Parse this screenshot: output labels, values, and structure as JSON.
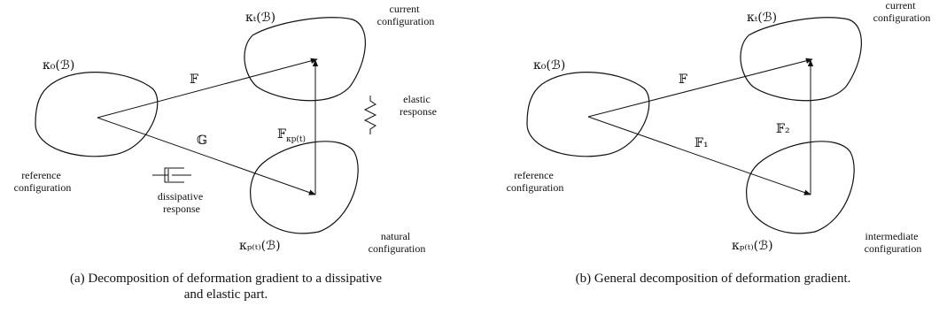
{
  "panel_a": {
    "kappa0": "κ₀(ℬ)",
    "kappa_t": "κₜ(ℬ)",
    "kappa_p": "κₚ₍ₜ₎(ℬ)",
    "F": "𝔽",
    "G": "𝔾",
    "Fkp": "𝔽",
    "Fkp_sub": "κp(t)",
    "current": [
      "current",
      "configuration"
    ],
    "reference": [
      "reference",
      "configuration"
    ],
    "natural": [
      "natural",
      "configuration"
    ],
    "elastic": [
      "elastic",
      "response"
    ],
    "dissipative": [
      "dissipative",
      "response"
    ],
    "caption_lines": [
      "(a) Decomposition of deformation gradient to a dissipative",
      "and elastic part."
    ]
  },
  "panel_b": {
    "kappa0": "κ₀(ℬ)",
    "kappa_t": "κₜ(ℬ)",
    "kappa_p": "κₚ₍ₜ₎(ℬ)",
    "F": "𝔽",
    "F1": "𝔽₁",
    "F2": "𝔽₂",
    "current": [
      "current",
      "configuration"
    ],
    "reference": [
      "reference",
      "configuration"
    ],
    "intermediate": [
      "intermediate",
      "configuration"
    ],
    "caption": "(b) General decomposition of deformation gradient."
  }
}
